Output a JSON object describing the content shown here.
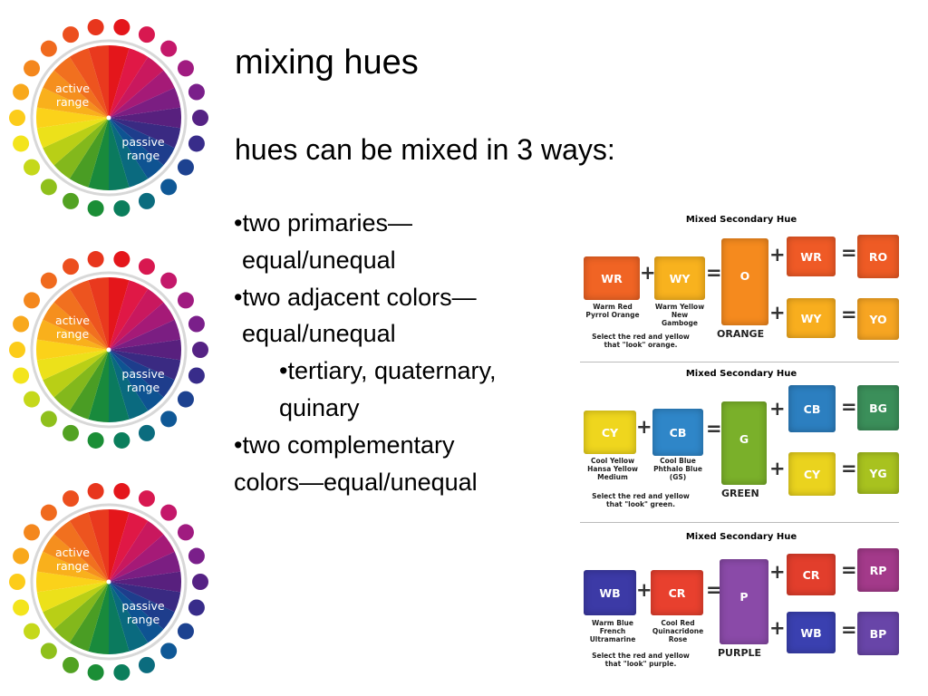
{
  "slide": {
    "title": "mixing hues",
    "subtitle": "hues can be mixed in 3 ways:",
    "bullets": [
      {
        "text": "•two primaries—",
        "indent": 0
      },
      {
        "text": "equal/unequal",
        "indent": 1
      },
      {
        "text": "•two adjacent colors—",
        "indent": 0
      },
      {
        "text": "equal/unequal",
        "indent": 1
      },
      {
        "text": "•tertiary, quaternary,",
        "indent": 2
      },
      {
        "text": "quinary",
        "indent": 2
      },
      {
        "text": "•two complementary",
        "indent": 0
      },
      {
        "text": "colors—equal/unequal",
        "indent": 0
      }
    ]
  },
  "wheel": {
    "active_lines": [
      "active",
      "range"
    ],
    "passive_lines": [
      "passive",
      "range"
    ],
    "segment_colors": [
      "#e4161b",
      "#e01846",
      "#c9185e",
      "#a51a77",
      "#7b1e82",
      "#58207e",
      "#3a2a82",
      "#1e3d8c",
      "#0e5392",
      "#0a6a7f",
      "#0b7a5e",
      "#198a3c",
      "#4a9d24",
      "#83b81c",
      "#b9cf16",
      "#ece11a",
      "#fbd21a",
      "#f9b01c",
      "#f58f1e",
      "#f1701f",
      "#ed541f",
      "#e9391e"
    ],
    "dot_colors": [
      "#e4161b",
      "#d81850",
      "#c4186a",
      "#a01b80",
      "#7a1f8a",
      "#552284",
      "#382c8a",
      "#1d4290",
      "#0f5896",
      "#0b6c7e",
      "#0b7e5c",
      "#1b8e36",
      "#52a222",
      "#8fc01c",
      "#c5d81a",
      "#f3e41c",
      "#fccc1a",
      "#f8a81c",
      "#f4871d",
      "#f06a1e",
      "#ec4f1e",
      "#e8361d"
    ]
  },
  "panel": {
    "sections": [
      {
        "title": "Mixed Secondary Hue",
        "a": {
          "code": "WR",
          "color": "#f06424",
          "caption": [
            "Warm Red",
            "Pyrrol Orange"
          ]
        },
        "b": {
          "code": "WY",
          "color": "#f8b21e",
          "caption": [
            "Warm Yellow",
            "New",
            "Gamboge"
          ]
        },
        "mix": {
          "code": "O",
          "color": "#f58a1e",
          "name": "ORANGE"
        },
        "r1": {
          "add": "WR",
          "add_color": "#ef5a26",
          "result": "RO",
          "result_color": "#ee5b25"
        },
        "r2": {
          "add": "WY",
          "add_color": "#f8ae1e",
          "result": "YO",
          "result_color": "#f7a522"
        },
        "note": [
          "Select the red and yellow",
          "that \"look\" orange."
        ]
      },
      {
        "title": "Mixed Secondary Hue",
        "a": {
          "code": "CY",
          "color": "#efd61e",
          "caption": [
            "Cool Yellow",
            "Hansa Yellow",
            "Medium"
          ]
        },
        "b": {
          "code": "CB",
          "color": "#2f86c8",
          "caption": [
            "Cool Blue",
            "Phthalo Blue",
            "(GS)"
          ]
        },
        "mix": {
          "code": "G",
          "color": "#7ab02a",
          "name": "GREEN"
        },
        "r1": {
          "add": "CB",
          "add_color": "#2c7fc0",
          "result": "BG",
          "result_color": "#3b8f5a"
        },
        "r2": {
          "add": "CY",
          "add_color": "#ead31e",
          "result": "YG",
          "result_color": "#a8c21f"
        },
        "note": [
          "Select the red and yellow",
          "that \"look\" green."
        ]
      },
      {
        "title": "Mixed Secondary Hue",
        "a": {
          "code": "WB",
          "color": "#3c3aa6",
          "caption": [
            "Warm Blue",
            "French",
            "Ultramarine"
          ]
        },
        "b": {
          "code": "CR",
          "color": "#e8402e",
          "caption": [
            "Cool Red",
            "Quinacridone",
            "Rose"
          ]
        },
        "mix": {
          "code": "P",
          "color": "#8a4aa8",
          "name": "PURPLE"
        },
        "r1": {
          "add": "CR",
          "add_color": "#e23e2c",
          "result": "RP",
          "result_color": "#a33a8a"
        },
        "r2": {
          "add": "WB",
          "add_color": "#3a40b0",
          "result": "BP",
          "result_color": "#6845a8"
        },
        "note": [
          "Select the red and yellow",
          "that \"look\" purple."
        ]
      }
    ],
    "plus": "+",
    "equals": "="
  }
}
